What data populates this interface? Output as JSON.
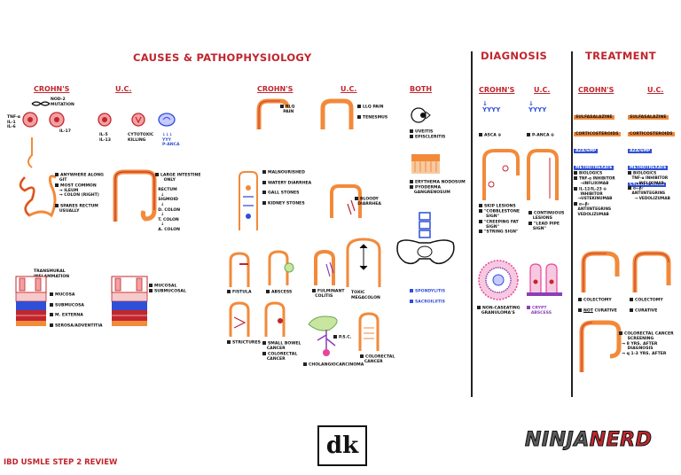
{
  "titles": {
    "causes": "CAUSES & PATHOPHYSIOLOGY",
    "diagnosis": "DIAGNOSIS",
    "treatment": "TREATMENT"
  },
  "causes": {
    "crohns_head": "CROHN'S",
    "uc_head": "U.C.",
    "nod2": "NOD-2",
    "mutation": "MUTATION",
    "tnf": "TNF-⍺",
    "il1": "IL-1",
    "il6": "IL-6",
    "il17": "IL-17",
    "il5": "IL-5",
    "il13": "IL-13",
    "cytotoxic": "CYTOTOXIC",
    "killing": "KILLING",
    "panca": "P-ANCA",
    "anywhere": "ANYWHERE ALONG",
    "git": "GIT",
    "most_common": "MOST COMMON",
    "ileum": "→ ILEUM",
    "colon_right": "→ COLON (RIGHT)",
    "spares": "SPARES RECTUM",
    "usually": "USUALLY",
    "large_int": "LARGE INTESTINE",
    "only": "ONLY",
    "rectum": "RECTUM",
    "sigmoid": "SIGMOID",
    "dcolon": "D. COLON",
    "tcolon": "T. COLON",
    "acolon": "A. COLON",
    "transmural": "TRANSMURAL",
    "inflammation": "INFLAMMATION",
    "mucosa": "MUCOSA",
    "submucosa": "SUBMUCOSA",
    "mexterna": "M. EXTERNA",
    "serosa": "SEROSA/ADVENTITIA",
    "uc_mucosal": "MUCOSAL",
    "uc_submucosal": "SUBMUCOSAL"
  },
  "presentation": {
    "crohns_head": "CROHN'S",
    "uc_head": "U.C.",
    "both_head": "BOTH",
    "rlq": "RLQ",
    "pain": "PAIN",
    "llq": "LLQ PAIN",
    "tenesmus": "TENESMUS",
    "malnourished": "MALNOURISHED",
    "watery": "WATERY DIARRHEA",
    "gall": "GALL STONES",
    "kidney": "KIDNEY STONES",
    "bloody": "BLOODY",
    "diarrhea": "DIARRHEA",
    "fistula": "FISTULA",
    "abscess": "ABSCESS",
    "fulminant": "FULMINANT",
    "colitis": "COLITIS",
    "toxic": "TOXIC",
    "megacolon": "MEGACOLON",
    "strictures": "STRICTURES",
    "small_bowel": "SMALL BOWEL",
    "cancer": "CANCER",
    "colorectal": "COLORECTAL",
    "cancer2": "CANCER",
    "psc": "P.S.C.",
    "cholangio": "CHOLANGIOCARCINOMA",
    "colorectal_uc": "COLORECTAL",
    "cancer_uc": "CANCER",
    "uveitis": "UVEITIS",
    "episcleritis": "EPISCLERITIS",
    "erythema": "ERYTHEMA NODOSUM",
    "pyoderma": "PYODERMA",
    "gangrenosum": "GANGRENOSUM",
    "spondylitis": "SPONDYLITIS",
    "sacroiliitis": "SACROILIITIS"
  },
  "diagnosis": {
    "crohns_head": "CROHN'S",
    "uc_head": "U.C.",
    "asca": "ASCA ⊕",
    "panca": "P-ANCA ⊕",
    "skip": "SKIP LESIONS",
    "cobblestone": "\"COBBLESTONE",
    "sign1": "SIGN\"",
    "creeping": "\"CREEPING FAT",
    "sign2": "SIGN\"",
    "string": "\"STRING SIGN\"",
    "continuous": "CONTINUOUS",
    "lesions": "LESIONS",
    "lead": "\"LEAD PIPE",
    "sign3": "SIGN\"",
    "noncaseating": "NON-CASEATING",
    "granulomas": "GRANULOMA'S",
    "crypt": "CRYPT",
    "abscess": "ABSCESS"
  },
  "treatment": {
    "crohns_head": "CROHN'S",
    "uc_head": "U.C.",
    "sulfa": "SULFASALAZINE",
    "cortico": "CORTICOSTEROIDS",
    "aza": "AZA/6MP",
    "mtx": "METHOTREXATE",
    "sulfa_uc": "SULFASALAZINE",
    "cortico_uc": "CORTICOSTEROIDS",
    "aza_uc": "AZA/6MP",
    "mtx_uc": "METHOTREXATE",
    "cyclo": "CYCLOSPORINE",
    "biologics": "BIOLOGICS",
    "tnf_inh": "TNF-⍺ INHIBITOR",
    "inflix": "→INFLIXIMAB",
    "il12": "IL-12/IL-23 ⊕",
    "inhibitor": "INHIBITOR",
    "uste": "→USTEKINUMAB",
    "a4b7": "⍺₄-β₇",
    "antiint": "ANTIINTEGRINS",
    "vedo": "VEDOLIZUMAB",
    "biologics_uc": "BIOLOGICS",
    "tnf_inh_uc": "TNF-⍺ INHIBITOR",
    "inflix_uc": "→ INFLIXIMAB",
    "a4b7_uc": "⍺₄-β₇",
    "antiint_uc": "ANTIINTEGRINS",
    "vedo_uc": "→ VEDOLIZUMAB",
    "colectomy": "COLECTOMY",
    "not_curative": "NOT",
    "curative_word": "CURATIVE",
    "colectomy_uc": "COLECTOMY",
    "curative_uc": "CURATIVE",
    "screening1": "COLORECTAL CANCER",
    "screening2": "SCREENING",
    "eight": "→ 8 YRS. AFTER",
    "diagnosis": "DIAGNOSIS",
    "onethree": "→ q 1-3 YRS. AFTER"
  },
  "footer": {
    "review": "IBD USMLE STEP 2 REVIEW",
    "dk": "dk",
    "ninja": "NINJA",
    "nerd": "NERD"
  },
  "colors": {
    "accent_red": "#c0262e",
    "orange": "#f28a3a",
    "blue": "#2f4fd6",
    "purple": "#8b3fb8",
    "pink": "#e8449a"
  }
}
